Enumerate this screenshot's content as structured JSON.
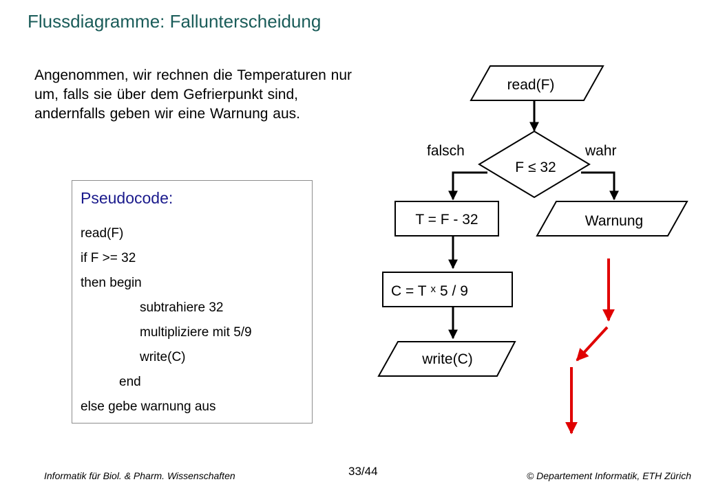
{
  "title": "Flussdiagramme: Fallunterscheidung",
  "intro_text": "Angenommen, wir rechnen die Temperaturen nur um, falls sie über dem Gefrierpunkt sind, andernfalls geben wir eine Warnung aus.",
  "pseudocode": {
    "heading": "Pseudocode:",
    "lines": [
      "read(F)",
      "if F >= 32",
      "then begin",
      "subtrahiere 32",
      "multipliziere mit 5/9",
      "write(C)",
      "end",
      "else gebe warnung aus"
    ]
  },
  "flowchart": {
    "read_node": "read(F)",
    "condition_node": "F ≤ 32",
    "false_label": "falsch",
    "true_label": "wahr",
    "subtract_node": "T = F - 32",
    "multiply_node_prefix": "C = T",
    "multiply_symbol": "x",
    "multiply_node_suffix": "5 / 9",
    "write_node": "write(C)",
    "warning_node": "Warnung",
    "line_color": "#000000",
    "annotation_arrow_color": "#e00000"
  },
  "footer": {
    "left": "Informatik für Biol. & Pharm. Wissenschaften",
    "page": "33/44",
    "right": "© Departement Informatik, ETH Zürich"
  }
}
